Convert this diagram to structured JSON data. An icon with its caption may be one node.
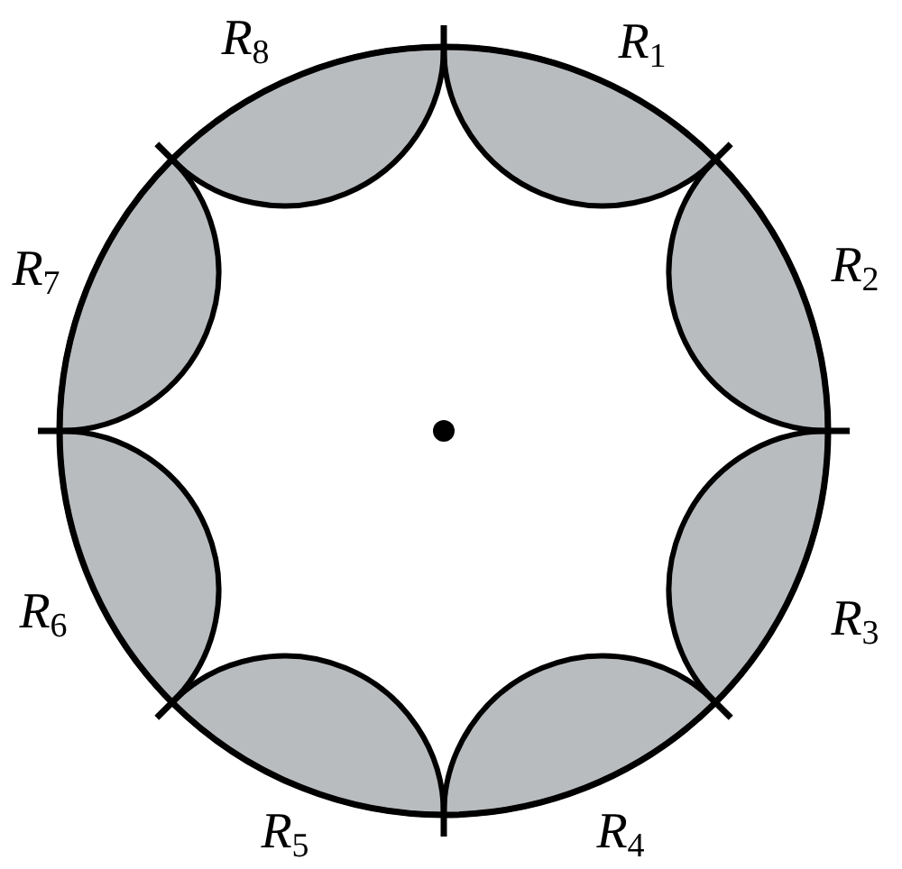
{
  "diagram": {
    "labels": [
      "*R*$_{1}$",
      "*R*$_{2}$",
      "*R*$_{3}$",
      "*R*$_{4}$",
      "*R*$_{5}$",
      "*R*$_{6}$",
      "*R*$_{7}$",
      "*R*$_{8}$"
    ]
  }
}
